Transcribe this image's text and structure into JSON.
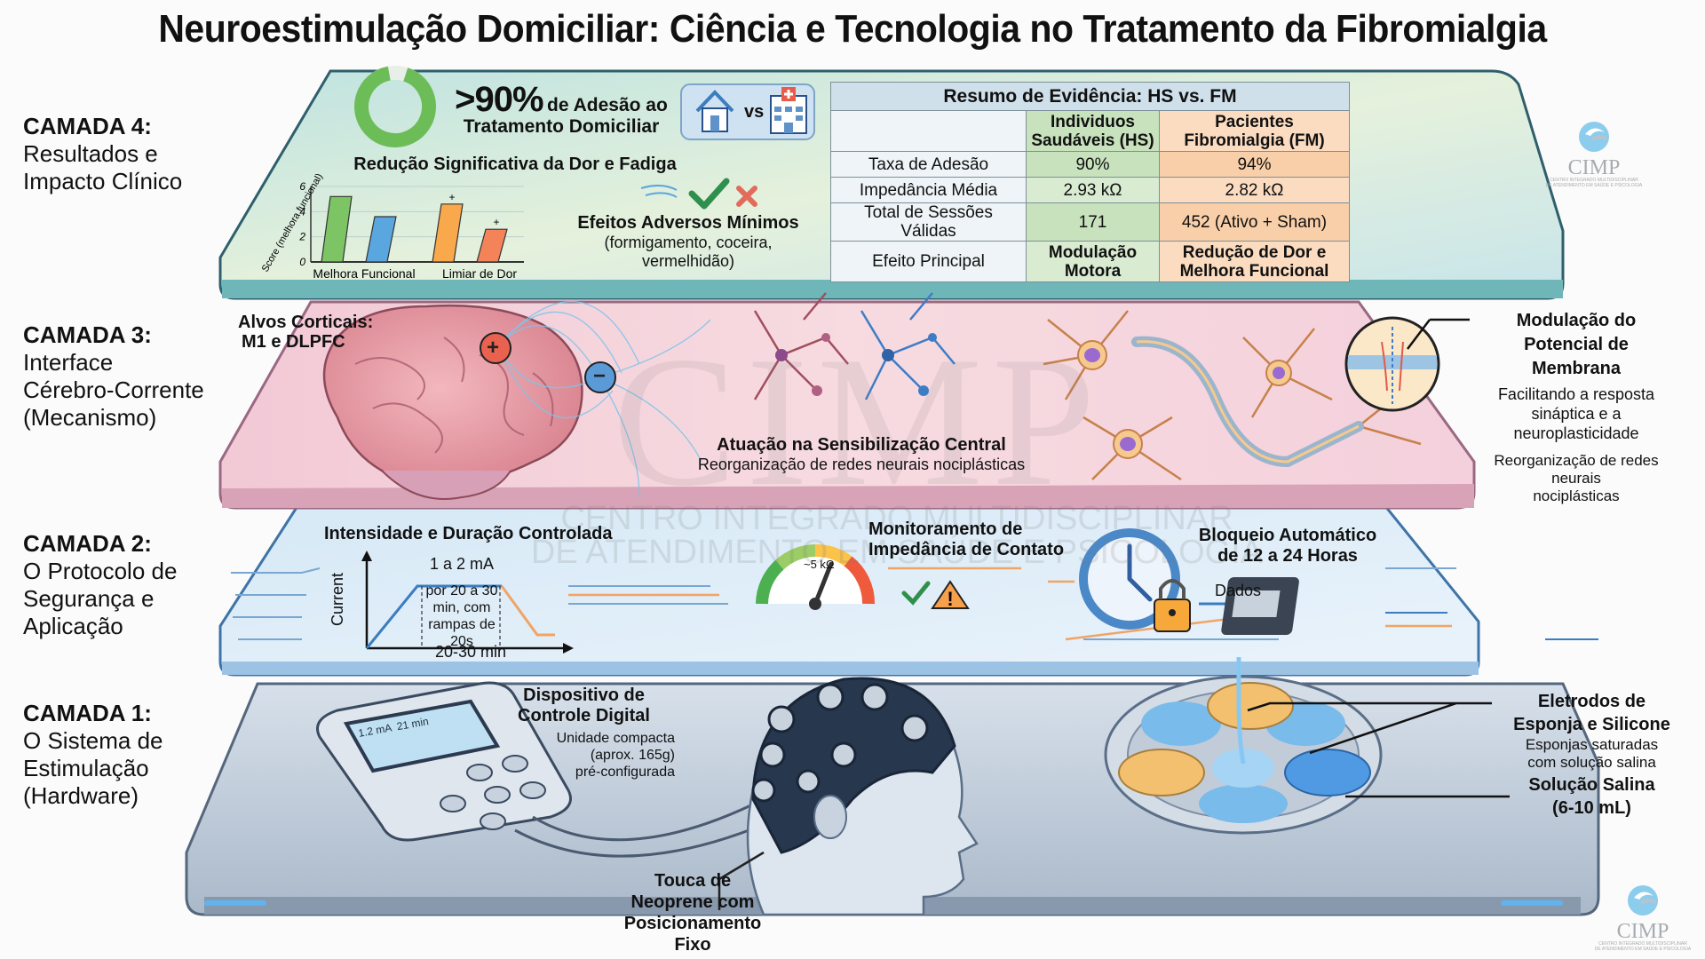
{
  "title": "Neuroestimulação Domiciliar: Ciência e Tecnologia no Tratamento da Fibromialgia",
  "layers": [
    {
      "heading": "CAMADA 4:",
      "subtitle_lines": [
        "Resultados e",
        "Impacto Clínico"
      ]
    },
    {
      "heading": "CAMADA 3:",
      "subtitle_lines": [
        "Interface",
        "Cérebro-Corrente",
        "(Mecanismo)"
      ]
    },
    {
      "heading": "CAMADA 2:",
      "subtitle_lines": [
        "O Protocolo de",
        "Segurança e",
        "Aplicação"
      ]
    },
    {
      "heading": "CAMADA 1:",
      "subtitle_lines": [
        "O Sistema de",
        "Estimulação",
        "(Hardware)"
      ]
    }
  ],
  "layer4": {
    "adherence_value": ">90%",
    "adherence_fraction": 0.92,
    "adherence_text_1": "de Adesão ao",
    "adherence_text_2": "Tratamento Domiciliar",
    "vs_label": "vs",
    "icons": [
      "home-icon",
      "hospital-icon"
    ],
    "pain_title": "Redução Significativa da Dor e Fadiga",
    "adverse_title": "Efeitos Adversos Mínimos",
    "adverse_sub_1": "(formigamento, coceira,",
    "adverse_sub_2": "vermelhidão)",
    "evidence": {
      "title": "Resumo de Evidência: HS vs. FM",
      "col_hs_1": "Individuos",
      "col_hs_2": "Saudáveis (HS)",
      "col_fm_1": "Pacientes",
      "col_fm_2": "Fibromialgia (FM)",
      "rows": [
        {
          "label": "Taxa de Adesão",
          "hs": "90%",
          "fm": "94%"
        },
        {
          "label": "Impedância Média",
          "hs": "2.93 kΩ",
          "fm": "2.82 kΩ"
        },
        {
          "label": "Total de Sessões Válidas",
          "hs": "171",
          "fm": "452 (Ativo + Sham)"
        },
        {
          "label": "Efeito Principal",
          "hs": "Modulação Motora",
          "fm_1": "Redução de Dor e",
          "fm_2": "Melhora Funcional"
        }
      ]
    }
  },
  "chart_data": {
    "type": "bar",
    "title": "Redução Significativa da Dor e Fadiga",
    "ylabel": "Score (melhora funcional)",
    "ylim": [
      0,
      6
    ],
    "yticks": [
      "0",
      "2",
      "4",
      "6"
    ],
    "category_labels": [
      "Melhora Funcional",
      "Limiar de Dor"
    ],
    "bars": [
      {
        "group": "Melhora Funcional",
        "value": 5.2,
        "color": "#7cc464",
        "marker": ""
      },
      {
        "group": "Melhora Funcional",
        "value": 3.6,
        "color": "#5aa6df",
        "marker": ""
      },
      {
        "group": "Limiar de Dor",
        "value": 4.6,
        "color": "#f9a84c",
        "marker": "+"
      },
      {
        "group": "Limiar de Dor",
        "value": 2.6,
        "color": "#f5835a",
        "marker": "+"
      }
    ],
    "grid": true,
    "legend": "none"
  },
  "layer3": {
    "targets_1": "Alvos Corticais:",
    "targets_2": "M1 e DLPFC",
    "anode": "+",
    "cathode": "−",
    "central_title": "Atuação na Sensibilização Central",
    "central_sub": "Reorganização de redes neurais nociplásticas",
    "membrane_title_1": "Modulação do",
    "membrane_title_2": "Potencial de",
    "membrane_title_3": "Membrana",
    "membrane_sub_1": "Facilitando a resposta",
    "membrane_sub_2": "sináptica e a",
    "membrane_sub_3": "neuroplasticidade",
    "membrane_sub2_1": "Reorganização de redes",
    "membrane_sub2_2": "neurais",
    "membrane_sub2_3": "nociplásticas"
  },
  "layer2": {
    "intensity_title": "Intensidade e Duração Controlada",
    "current_axis": "Current",
    "current_level": "1 a 2 mA",
    "plateau_1": "por 20 a 30",
    "plateau_2": "min, com",
    "plateau_3": "rampas de 20s",
    "time_axis": "20-30 min",
    "gauge_value": "~5 kΩ",
    "gauge_fraction": 0.62,
    "impedance_title_1": "Monitoramento de",
    "impedance_title_2": "Impedância de Contato",
    "lock_title_1": "Bloqueio Automático",
    "lock_title_2": "de 12 a 24 Horas",
    "data_label": "Dados"
  },
  "layer1": {
    "device_title_1": "Dispositivo de",
    "device_title_2": "Controle Digital",
    "device_sub_1": "Unidade compacta",
    "device_sub_2": "(aprox. 165g)",
    "device_sub_3": "pré-configurada",
    "screen_value_1": "1.2 mA",
    "screen_value_2": "21 min",
    "cap_1": "Touca de",
    "cap_2": "Neoprene com",
    "cap_3": "Posicionamento",
    "cap_4": "Fixo",
    "electrodes_1": "Eletrodos de",
    "electrodes_2": "Esponja e Silicone",
    "electrodes_sub_1": "Esponjas saturadas",
    "electrodes_sub_2": "com solução salina",
    "saline_1": "Solução Salina",
    "saline_2": "(6-10 mL)"
  },
  "watermark": {
    "logo": "CIMP",
    "line1": "CENTRO INTEGRADO MULTIDISCIPLINAR",
    "line2": "DE ATENDIMENTO EM SAÚDE E PSICOLOGIA"
  }
}
